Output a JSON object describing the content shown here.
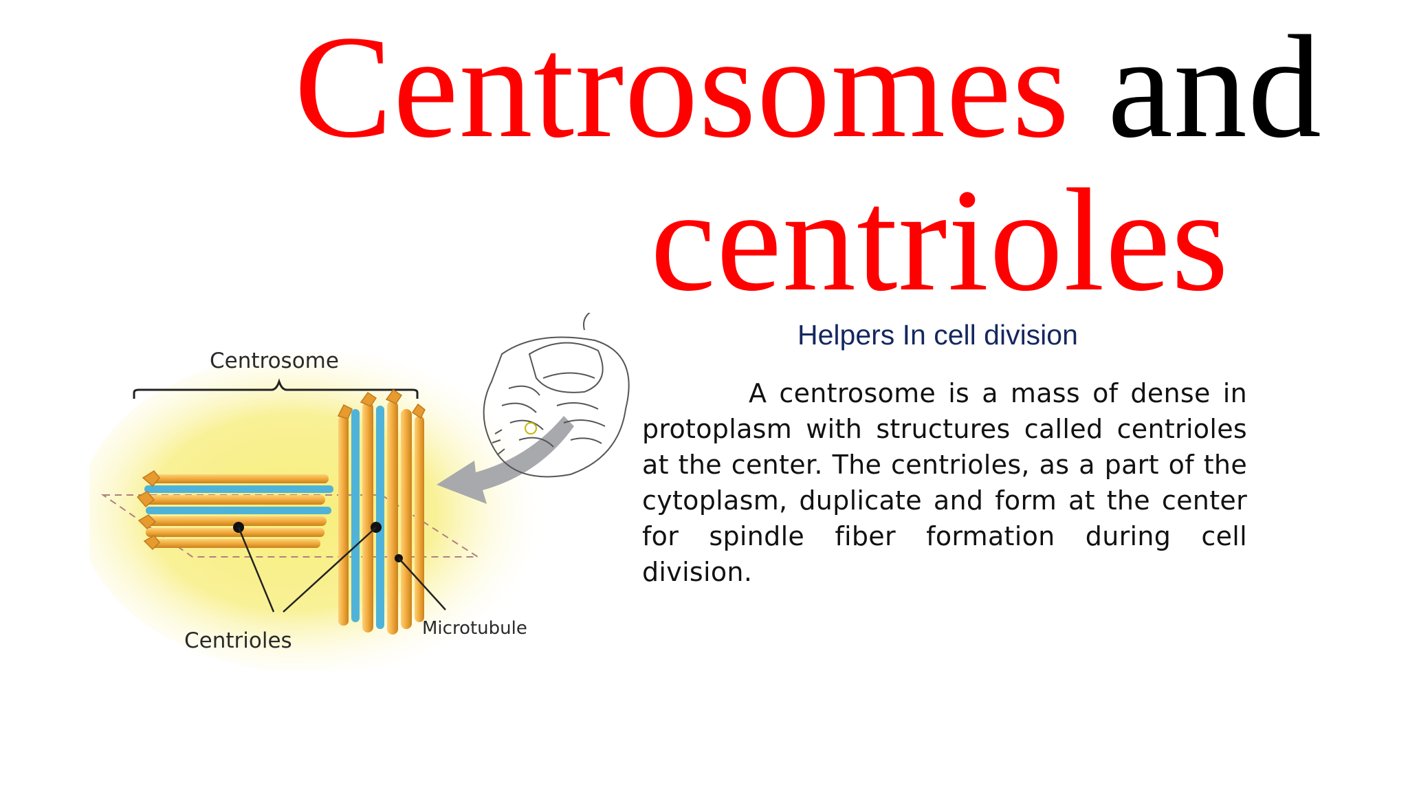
{
  "slide": {
    "title": {
      "line1_red": "Centrosomes",
      "line1_black": "and",
      "line2_red": "centrioles"
    },
    "subtitle": "Helpers In cell division",
    "body": "A centrosome is a mass of dense in protoplasm with structures called centrioles at the center. The centrioles, as a part of the cytoplasm, duplicate and form at the center for spindle fiber formation during cell division.",
    "colors": {
      "title_red": "#ff0000",
      "title_black": "#000000",
      "subtitle_navy": "#14275f",
      "centrosome_yellow": "#f7ee7a",
      "microtubule_orange": "#f2a93b",
      "microtubule_blue": "#4fb3d9",
      "arrow_gray": "#a7a9ac"
    }
  },
  "diagram": {
    "label_centrosome": "Centrosome",
    "label_centrioles": "Centrioles",
    "label_microtubule": "Microtubule"
  }
}
